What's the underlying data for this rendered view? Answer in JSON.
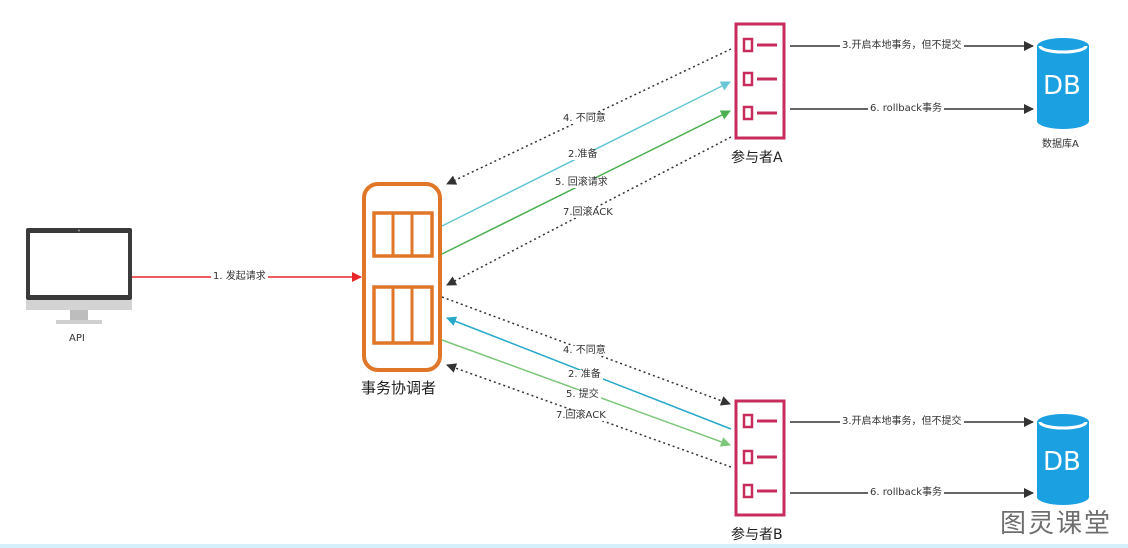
{
  "api": {
    "label": "API"
  },
  "coordinator": {
    "label": "事务协调者"
  },
  "participant_a": {
    "label": "参与者A"
  },
  "participant_b": {
    "label": "参与者B"
  },
  "db_a": {
    "icon_text": "DB",
    "label": "数据库A"
  },
  "db_b": {
    "icon_text": "DB"
  },
  "edges": {
    "api_request": "1. 发起请求",
    "a_disagree": "4. 不同意",
    "a_prepare": "2.准备",
    "a_rollback_req": "5. 回滚请求",
    "a_rollback_ack": "7.回滚ACK",
    "b_disagree": "4. 不同意",
    "b_prepare": "2. 准备",
    "b_commit": "5. 提交",
    "b_rollback_ack": "7.回滚ACK",
    "a_start_tx": "3.开启本地事务，但不提交",
    "a_rollback_tx": "6. rollback事务",
    "b_start_tx": "3.开启本地事务，但不提交",
    "b_rollback_tx": "6. rollback事务"
  },
  "watermark": "图灵课堂",
  "colors": {
    "request": "#e8262a",
    "coordinator": "#e07628",
    "participant": "#c72c5c",
    "db": "#1ba1e2",
    "prepare": "#67c7d6",
    "rollback_a": "#4caf50",
    "prepare_b": "#28a9c9",
    "commit_b": "#7dc77a",
    "dotted": "#333333"
  }
}
